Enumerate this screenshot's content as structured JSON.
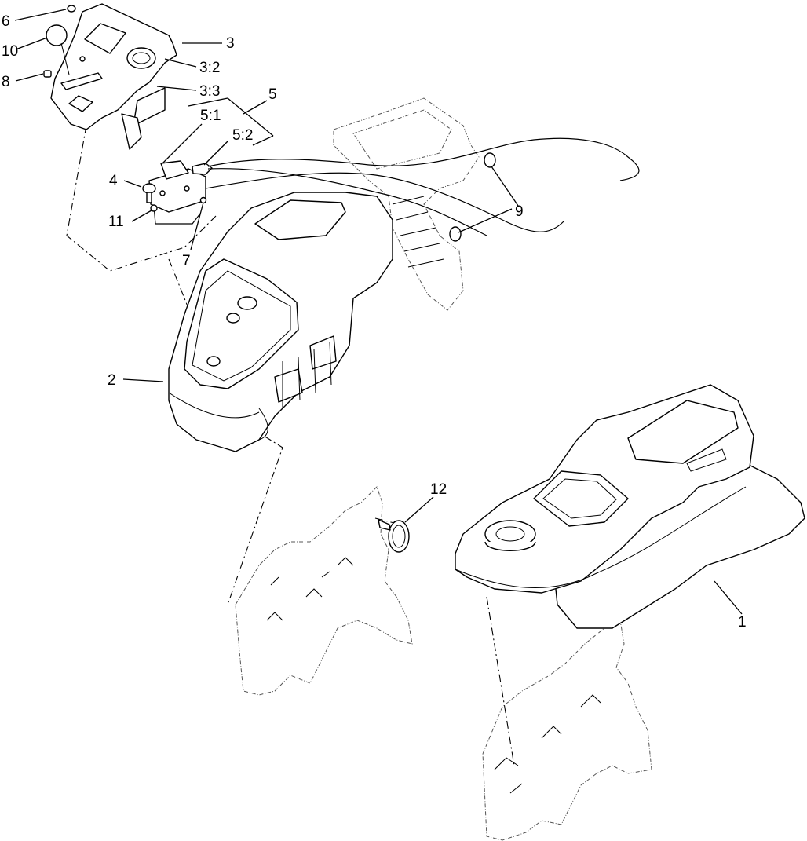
{
  "callouts": [
    {
      "id": "c1",
      "label": "1"
    },
    {
      "id": "c2",
      "label": "2"
    },
    {
      "id": "c3",
      "label": "3"
    },
    {
      "id": "c3_2",
      "label": "3:2"
    },
    {
      "id": "c3_3",
      "label": "3:3"
    },
    {
      "id": "c4",
      "label": "4"
    },
    {
      "id": "c5",
      "label": "5"
    },
    {
      "id": "c5_1",
      "label": "5:1"
    },
    {
      "id": "c5_2",
      "label": "5:2"
    },
    {
      "id": "c6",
      "label": "6"
    },
    {
      "id": "c7",
      "label": "7"
    },
    {
      "id": "c8",
      "label": "8"
    },
    {
      "id": "c9",
      "label": "9"
    },
    {
      "id": "c10",
      "label": "10"
    },
    {
      "id": "c11",
      "label": "11"
    },
    {
      "id": "c12",
      "label": "12"
    }
  ]
}
